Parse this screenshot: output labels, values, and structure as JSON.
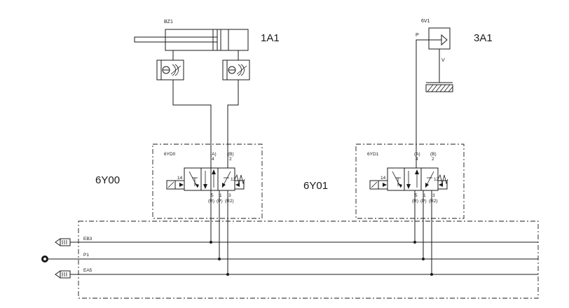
{
  "cylinder": {
    "code": "BZ1",
    "name": "1A1"
  },
  "vacuum": {
    "code": "6V1",
    "name": "3A1",
    "port_p": "P",
    "port_v": "V"
  },
  "valve_left": {
    "code": "6YD0",
    "group_label": "6Y00",
    "top_ports": [
      {
        "num": "4",
        "alt": "(A)"
      },
      {
        "num": "2",
        "alt": "(B)"
      }
    ],
    "bottom_ports": [
      {
        "num": "5",
        "alt": "(R)"
      },
      {
        "num": "1",
        "alt": "(P)"
      },
      {
        "num": "3",
        "alt": "(R2)"
      }
    ],
    "pilot_left": "14",
    "pilot_right": "12"
  },
  "valve_right": {
    "code": "6YD1",
    "group_label": "6Y01",
    "top_ports": [
      {
        "num": "4",
        "alt": "(A)"
      },
      {
        "num": "2",
        "alt": "(B)"
      }
    ],
    "bottom_ports": [
      {
        "num": "5",
        "alt": "(R)"
      },
      {
        "num": "1",
        "alt": "(P)"
      },
      {
        "num": "3",
        "alt": "(R2)"
      }
    ],
    "pilot_left": "14",
    "pilot_right": "12"
  },
  "manifold": {
    "line1": "EB3",
    "line2": "P1",
    "line3": "EA5"
  }
}
